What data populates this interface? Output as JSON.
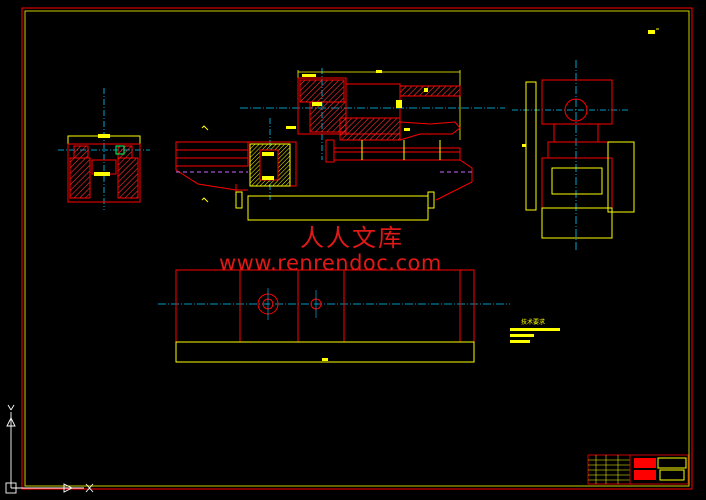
{
  "watermark": {
    "site_cn": "人人文库",
    "site_url": "www.renrendoc.com"
  },
  "drawing": {
    "tech_note_title": "技术要求"
  },
  "colors": {
    "background": "#000000",
    "outline": "#ff0000",
    "dimension": "#ffff00",
    "centerline": "#00ccff",
    "hidden": "#cc66ff",
    "hatch": "#ff3333",
    "ucs": "#ffffff"
  },
  "icons": {
    "ucs_icon": "ucs-axis-icon",
    "title_block": "title-block-grid"
  }
}
